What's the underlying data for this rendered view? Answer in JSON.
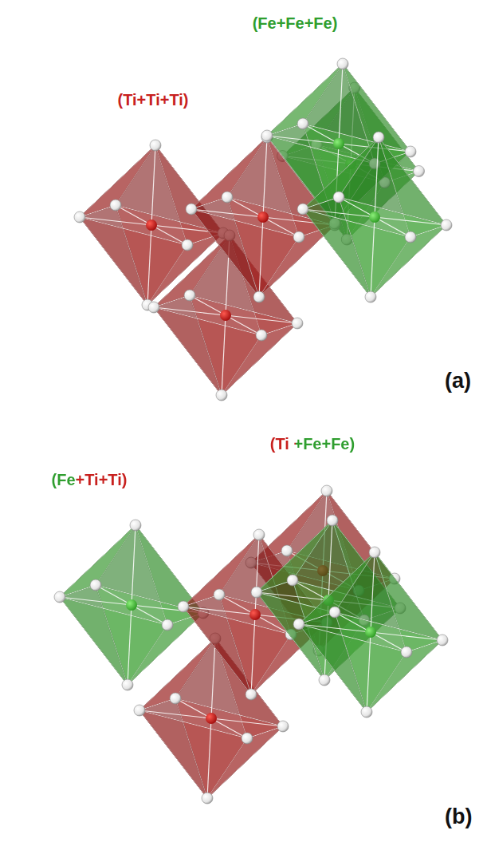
{
  "diagram": {
    "labels": [
      "(Fe+Fe+Fe)",
      "(Ti+Ti+Ti)",
      "(a)",
      "(Ti +Fe+Fe)",
      "(Fe+Ti+Ti)",
      "(b)"
    ]
  }
}
